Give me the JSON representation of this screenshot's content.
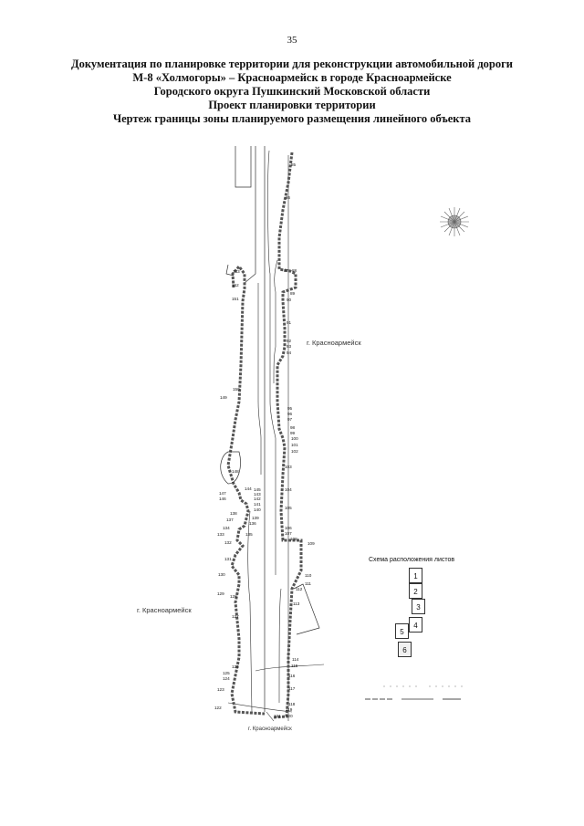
{
  "page_number": "35",
  "title_lines": [
    "Документация по планировке территории для реконструкции автомобильной дороги",
    "М-8 «Холмогоры» – Красноармейск в городе Красноармейске",
    "Городского округа Пушкинский Московской области",
    "Проект планировки территории",
    "Чертеж границы зоны планируемого размещения линейного объекта"
  ],
  "map": {
    "town_label_right": "г. Красноармейск",
    "town_label_left": "г. Красноармейск",
    "bottom_label": "г. Красноармейск",
    "right_points": [
      "85",
      "86",
      "87",
      "88",
      "89",
      "90",
      "91",
      "92",
      "93",
      "94",
      "95",
      "96",
      "97",
      "98",
      "99",
      "100",
      "101",
      "102",
      "103",
      "104",
      "105",
      "106",
      "107",
      "108",
      "109",
      "110",
      "111",
      "112",
      "113",
      "114",
      "115",
      "116",
      "117",
      "118",
      "119",
      "120",
      "121"
    ],
    "left_points": [
      "153",
      "152",
      "151",
      "150",
      "149",
      "148",
      "147",
      "146",
      "145",
      "144",
      "143",
      "142",
      "141",
      "140",
      "139",
      "138",
      "137",
      "136",
      "135",
      "134",
      "133",
      "132",
      "131",
      "130",
      "129",
      "128",
      "127",
      "126",
      "125",
      "124",
      "123",
      "122"
    ],
    "colors": {
      "boundary": "#555555",
      "road_line": "#222222"
    }
  },
  "scheme": {
    "title": "Схема расположения листов",
    "sheets": [
      "1",
      "2",
      "3",
      "4",
      "5",
      "6"
    ],
    "current_sheet": "6"
  }
}
